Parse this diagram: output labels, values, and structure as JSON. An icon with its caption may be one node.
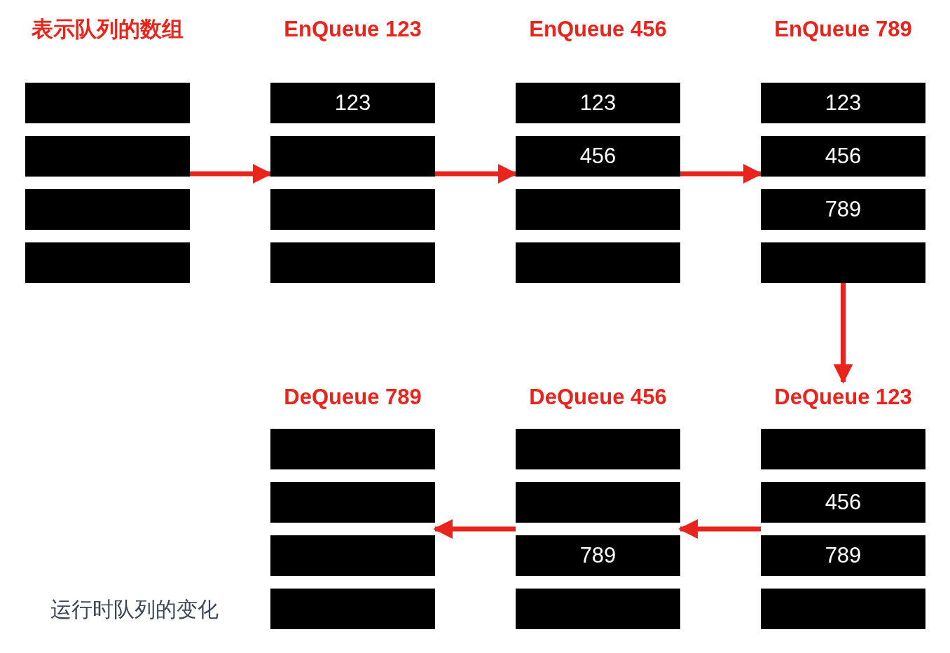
{
  "diagram": {
    "caption": "运行时队列的变化",
    "nodes": [
      {
        "text": [
          "表示队列的数组"
        ]
      },
      {
        "text": [],
        "shape": "box",
        "in": 0
      },
      {
        "text": [],
        "shape": "box",
        "in": 0
      },
      {
        "text": [],
        "shape": "box",
        "in": 0
      },
      {
        "text": [],
        "shape": "box",
        "in": 0
      },
      {
        "text": [
          "EnQueue 123"
        ]
      },
      {
        "text": [
          "123"
        ],
        "in": 5
      },
      {
        "text": [],
        "shape": "box",
        "in": 5
      },
      {
        "text": [],
        "shape": "box",
        "in": 5
      },
      {
        "text": [],
        "shape": "box",
        "in": 5
      },
      {
        "text": [
          "EnQueue 456"
        ]
      },
      {
        "text": [
          "123"
        ],
        "in": 10
      },
      {
        "text": [
          "456"
        ],
        "in": 10
      },
      {
        "text": [],
        "shape": "box",
        "in": 10
      },
      {
        "text": [],
        "shape": "box",
        "in": 10
      },
      {
        "text": [
          "EnQueue 789"
        ]
      },
      {
        "text": [
          "123"
        ],
        "in": 15
      },
      {
        "text": [
          "456"
        ],
        "in": 15
      },
      {
        "text": [
          "789"
        ],
        "in": 15
      },
      {
        "text": [],
        "shape": "box",
        "in": 15
      },
      {
        "text": [
          "DeQueue 789"
        ]
      },
      {
        "text": [],
        "shape": "box",
        "in": 20
      },
      {
        "text": [],
        "shape": "box",
        "in": 20
      },
      {
        "text": [],
        "shape": "box",
        "in": 20
      },
      {
        "text": [],
        "shape": "box",
        "in": 20
      },
      {
        "text": [
          "DeQueue 456"
        ]
      },
      {
        "text": [],
        "shape": "box",
        "in": 25
      },
      {
        "text": [],
        "shape": "box",
        "in": 25
      },
      {
        "text": [
          "789"
        ],
        "in": 25
      },
      {
        "text": [],
        "shape": "box",
        "in": 25
      },
      {
        "text": [
          "DeQueue 123"
        ]
      },
      {
        "text": [],
        "shape": "box",
        "in": 30
      },
      {
        "text": [
          "456"
        ],
        "in": 30
      },
      {
        "text": [
          "789"
        ],
        "in": 30
      },
      {
        "text": [],
        "shape": "box",
        "in": 30
      }
    ],
    "edges": [
      {
        "from": 0,
        "to": 5,
        "arrow": "to"
      },
      {
        "from": 5,
        "to": 10,
        "arrow": "to"
      },
      {
        "from": 10,
        "to": 15,
        "arrow": "to"
      },
      {
        "from": 15,
        "to": 30,
        "arrow": "to"
      },
      {
        "from": 30,
        "to": 25,
        "arrow": "to"
      },
      {
        "from": 25,
        "to": 20,
        "arrow": "to"
      }
    ]
  }
}
